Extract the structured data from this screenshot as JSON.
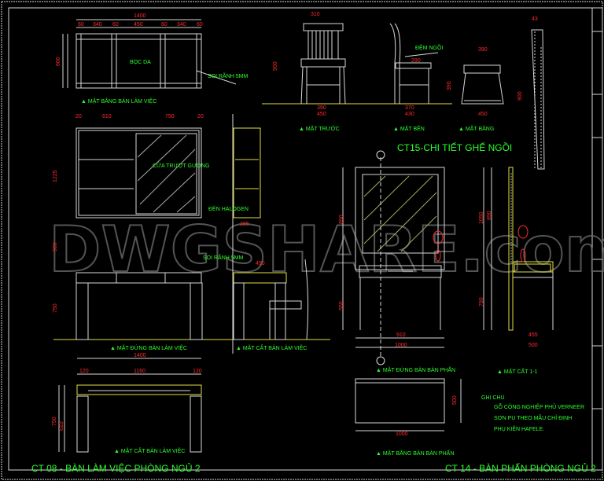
{
  "colors": {
    "background": "#000000",
    "lines": "#d8d8d8",
    "dimensions": "#ff2a2a",
    "labels": "#2bff2b",
    "highlight": "#e0e040"
  },
  "watermark": "DWGSHARE.com",
  "desk_plan": {
    "label": "MẶT BẰNG BÀN LÀM VIỆC",
    "material": "BỌC DA",
    "groove": "SOI RÃNH 5MM",
    "dims": [
      "1400",
      "340",
      "450",
      "340",
      "600",
      "60",
      "60",
      "60",
      "60"
    ]
  },
  "chair": {
    "title": "CT15-CHI TIẾT GHẾ NGỒI",
    "front_label": "MẶT TRƯỚC",
    "side_label": "MẶT BÊN",
    "plan_label": "MẶT BẰNG",
    "cushion": "ĐỆM NGỒI",
    "dims": [
      "310",
      "900",
      "450",
      "390",
      "430",
      "370",
      "390",
      "450",
      "43",
      "290",
      "390",
      "900"
    ]
  },
  "desk_elevation": {
    "label": "MẶT ĐỨNG BÀN LÀM VIỆC",
    "mirror_door": "CỬA TRƯỢT GƯƠNG",
    "dims": [
      "20",
      "610",
      "750",
      "20",
      "1225",
      "900",
      "750"
    ]
  },
  "desk_side": {
    "label": "MẶT CẮT BÀN LÀM VIỆC",
    "lamp": "ĐÈN HALOGEN",
    "groove": "SOI RÃNH 5MM",
    "dims": [
      "285",
      "490"
    ]
  },
  "desk_section": {
    "label": "MẶT CẮT BÀN LÀM VIỆC",
    "dims": [
      "1400",
      "120",
      "1160",
      "120",
      "750",
      "610"
    ]
  },
  "desk_title": "CT 08 - BÀN LÀM VIỆC PHÒNG NGỦ 2",
  "vanity": {
    "front_label": "MẶT ĐỨNG BÀN BÀN PHẤN",
    "section_label": "MẶT CẮT 1-1",
    "plan_label": "MẶT BẰNG BÀN BÀN PHẤN",
    "dims": [
      "910",
      "1000",
      "455",
      "500",
      "1000",
      "890",
      "1050",
      "790",
      "550",
      "500"
    ]
  },
  "notes": {
    "heading": "GHI CHÚ",
    "lines": [
      "GỖ CÔNG NGHIỆP PHỦ VERNEER",
      "SƠN PU THEO MẪU CHỈ ĐỊNH",
      "PHỤ KIỆN HAFELE."
    ]
  },
  "vanity_title": "CT 14 - BÀN PHẤN PHÒNG NGỦ 2"
}
